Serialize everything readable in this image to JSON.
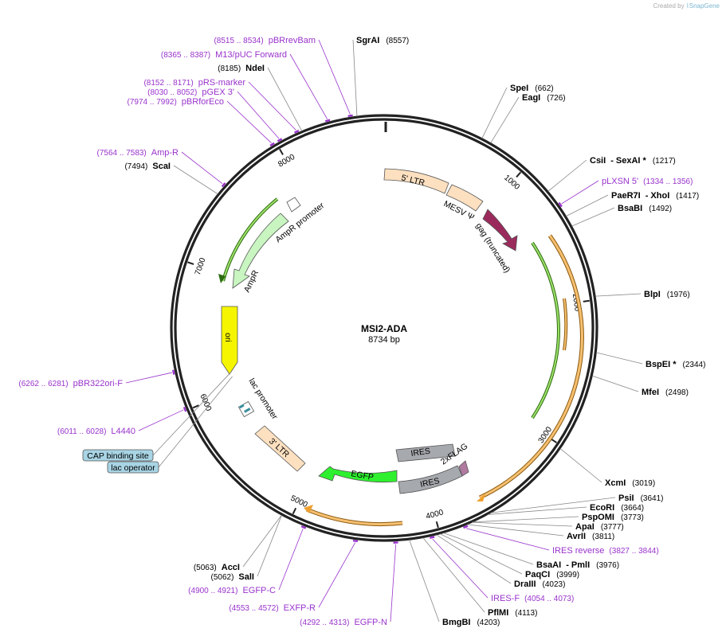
{
  "credit": {
    "prefix": "Created by",
    "brand": "SnapGene"
  },
  "plasmid": {
    "name": "MSI2-ADA",
    "length_label": "8734 bp",
    "length": 8734
  },
  "ticks": [
    "1000",
    "2000",
    "3000",
    "4000",
    "5000",
    "6000",
    "7000",
    "8000"
  ],
  "colors": {
    "ltr": "#fde0c0",
    "gag": "#9b2a5c",
    "ires": "#a6a9ad",
    "egfp": "#2ef02e",
    "ori": "#f5f500",
    "ampr": "#c8f5c0",
    "promoter": "#ffffff",
    "flag": "#b07aa0",
    "orf_green": "#5ab52e",
    "orf_orange": "#f0a030",
    "primer": "#9933cc",
    "boxed": "#a8d4e4"
  },
  "features": {
    "ltr5": "5' LTR",
    "mesv": "MESV Ψ",
    "gag": "gag (truncated)",
    "ires1": "IRES",
    "ires2": "IRES",
    "flag": "2xFLAG",
    "egfp": "EGFP",
    "ltr3": "3' LTR",
    "lac": "lac promoter",
    "ori": "ori",
    "ampr": "AmpR",
    "amprp": "AmpR promoter"
  },
  "enzymes": [
    {
      "name": "SgrAI",
      "pos": "(8557)"
    },
    {
      "name": "SpeI",
      "pos": "(662)"
    },
    {
      "name": "EagI",
      "pos": "(726)"
    },
    {
      "name": "CsiI",
      "name2": "- SexAI *",
      "pos": "(1217)"
    },
    {
      "name": "PaeR7I",
      "name2": "- XhoI",
      "pos": "(1417)"
    },
    {
      "name": "BsaBI",
      "pos": "(1492)"
    },
    {
      "name": "BlpI",
      "pos": "(1976)"
    },
    {
      "name": "BspEI *",
      "pos": "(2344)"
    },
    {
      "name": "MfeI",
      "pos": "(2498)"
    },
    {
      "name": "XcmI",
      "pos": "(3019)"
    },
    {
      "name": "PsiI",
      "pos": "(3641)"
    },
    {
      "name": "EcoRI",
      "pos": "(3664)"
    },
    {
      "name": "PspOMI",
      "pos": "(3773)"
    },
    {
      "name": "ApaI",
      "pos": "(3777)"
    },
    {
      "name": "AvrII",
      "pos": "(3811)"
    },
    {
      "name": "BsaAI",
      "name2": "- PmlI",
      "pos": "(3976)"
    },
    {
      "name": "PaqCI",
      "pos": "(3999)"
    },
    {
      "name": "DraIII",
      "pos": "(4023)"
    },
    {
      "name": "PflMI",
      "pos": "(4113)"
    },
    {
      "name": "BmgBI",
      "pos": "(4203)"
    },
    {
      "name": "AccI",
      "pos": "(5063)"
    },
    {
      "name": "SalI",
      "pos": "(5062)"
    },
    {
      "name": "ScaI",
      "pos": "(7494)"
    },
    {
      "name": "NdeI",
      "pos": "(8185)"
    }
  ],
  "primers": [
    {
      "name": "pBRrevBam",
      "pos": "(8515 .. 8534)"
    },
    {
      "name": "M13/pUC Forward",
      "pos": "(8365 .. 8387)"
    },
    {
      "name": "pRS-marker",
      "pos": "(8152 .. 8171)"
    },
    {
      "name": "pGEX 3'",
      "pos": "(8030 .. 8052)"
    },
    {
      "name": "pBRforEco",
      "pos": "(7974 .. 7992)"
    },
    {
      "name": "Amp-R",
      "pos": "(7564 .. 7583)"
    },
    {
      "name": "pLXSN 5'",
      "pos": "(1334 .. 1356)"
    },
    {
      "name": "IRES reverse",
      "pos": "(3827 .. 3844)"
    },
    {
      "name": "IRES-F",
      "pos": "(4054 .. 4073)"
    },
    {
      "name": "EGFP-C",
      "pos": "(4900 .. 4921)"
    },
    {
      "name": "EXFP-R",
      "pos": "(4553 .. 4572)"
    },
    {
      "name": "EGFP-N",
      "pos": "(4292 .. 4313)"
    },
    {
      "name": "pBR322ori-F",
      "pos": "(6262 .. 6281)"
    },
    {
      "name": "L4440",
      "pos": "(6011 .. 6028)"
    }
  ],
  "boxed": [
    {
      "name": "CAP binding site"
    },
    {
      "name": "lac operator"
    }
  ]
}
